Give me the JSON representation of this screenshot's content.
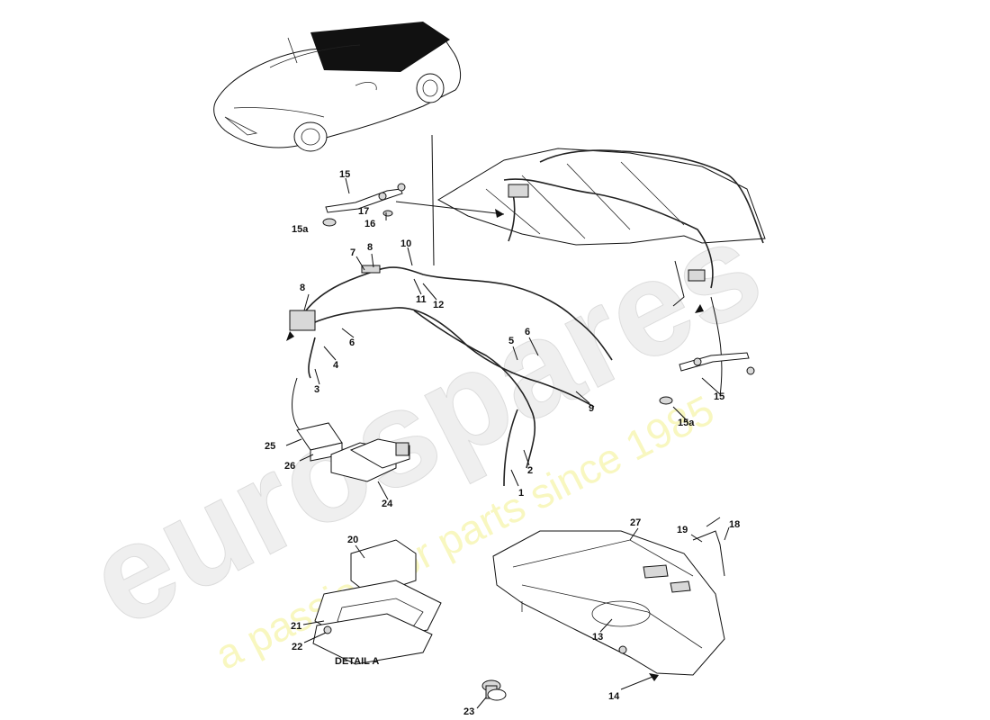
{
  "watermark": {
    "brand": "eurospares",
    "tagline": "a passion for parts since 1985"
  },
  "detail_label": "DETAIL A",
  "callouts": {
    "c1": "1",
    "c2": "2",
    "c3": "3",
    "c4": "4",
    "c5": "5",
    "c6a": "6",
    "c6b": "6",
    "c7": "7",
    "c8a": "8",
    "c8b": "8",
    "c9": "9",
    "c10": "10",
    "c11": "11",
    "c12": "12",
    "c13": "13",
    "c14": "14",
    "c15a": "15",
    "c15b": "15",
    "c15aa": "15a",
    "c15ab": "15a",
    "c16": "16",
    "c17": "17",
    "c18": "18",
    "c19": "19",
    "c20": "20",
    "c21": "21",
    "c22": "22",
    "c23": "23",
    "c24": "24",
    "c25": "25",
    "c26": "26",
    "c27": "27"
  }
}
